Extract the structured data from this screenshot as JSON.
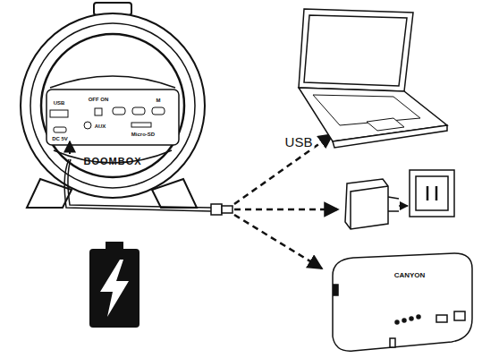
{
  "diagram": {
    "labels": [
      "USB",
      "OFF ON",
      "DC 5V",
      "AUX",
      "Micro-SD",
      "M",
      "BOOMBOX",
      "USB",
      "CANYON"
    ]
  }
}
